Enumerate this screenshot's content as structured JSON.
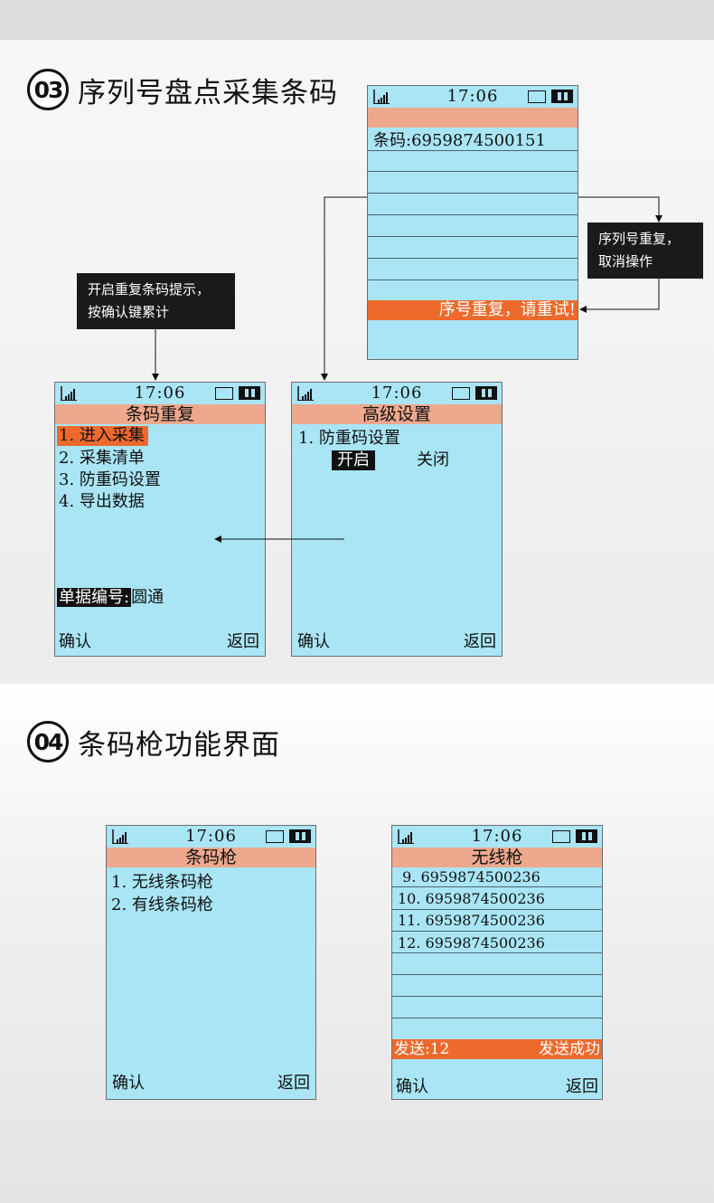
{
  "section3": {
    "number": "03",
    "title": "序列号盘点采集条码",
    "screen_barcode": {
      "time": "17:06",
      "barcode_line": "条码:6959874500151",
      "warning": "序号重复，请重试!"
    },
    "callout_right": {
      "line1": "序列号重复，",
      "line2": "取消操作"
    },
    "callout_left": {
      "line1": "开启重复条码提示，",
      "line2": "按确认键累计"
    },
    "screen_menu": {
      "time": "17:06",
      "title": "条码重复",
      "items": [
        "1. 进入采集",
        "2. 采集清单",
        "3. 防重码设置",
        "4. 导出数据"
      ],
      "doc_label": "单据编号:",
      "doc_value": "圆通",
      "ok": "确认",
      "back": "返回"
    },
    "screen_advanced": {
      "time": "17:06",
      "title": "高级设置",
      "item": "1. 防重码设置",
      "option_on": "开启",
      "option_off": "关闭",
      "ok": "确认",
      "back": "返回"
    }
  },
  "section4": {
    "number": "04",
    "title": "条码枪功能界面",
    "screen_gun": {
      "time": "17:06",
      "title": "条码枪",
      "items": [
        "1. 无线条码枪",
        "2. 有线条码枪"
      ],
      "ok": "确认",
      "back": "返回"
    },
    "screen_wireless": {
      "time": "17:06",
      "title": "无线枪",
      "rows": [
        " 9. 6959874500236",
        "10. 6959874500236",
        "11. 6959874500236",
        "12. 6959874500236"
      ],
      "sent": "发送:12",
      "status": "发送成功",
      "ok": "确认",
      "back": "返回"
    }
  },
  "colors": {
    "screen": "#a9e5f5",
    "title_bar": "#eea88d",
    "highlight": "#ed6a2c"
  },
  "icons": [
    "signal-icon",
    "battery-icon",
    "arrow-icon"
  ]
}
